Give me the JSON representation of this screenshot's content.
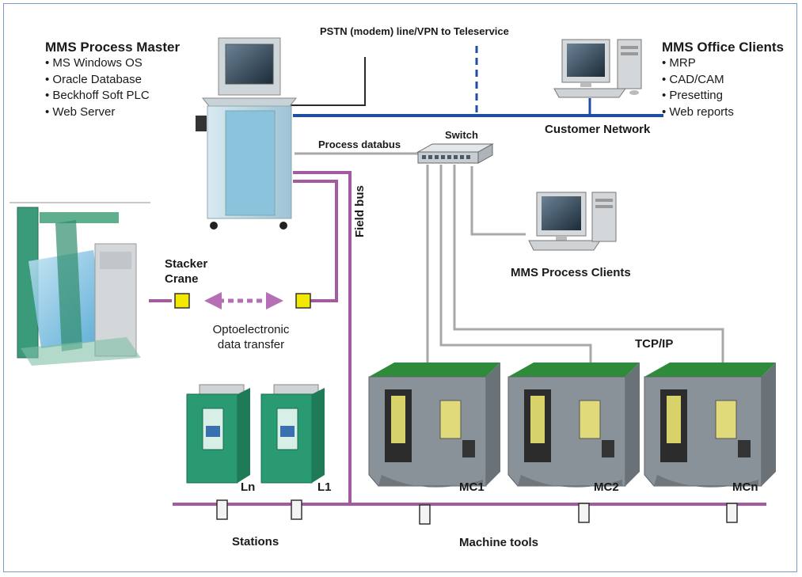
{
  "process_master": {
    "title": "MMS Process Master",
    "items": [
      "MS Windows OS",
      "Oracle Database",
      "Beckhoff Soft PLC",
      "Web Server"
    ]
  },
  "office_clients": {
    "title": "MMS Office Clients",
    "items": [
      "MRP",
      "CAD/CAM",
      "Presetting",
      "Web reports"
    ]
  },
  "labels": {
    "pstn": "PSTN (modem) line/VPN to Teleservice",
    "customer_network": "Customer Network",
    "switch": "Switch",
    "process_databus": "Process databus",
    "field_bus": "Field bus",
    "process_clients": "MMS Process Clients",
    "stacker_line1": "Stacker",
    "stacker_line2": "Crane",
    "opto_line1": "Optoelectronic",
    "opto_line2": "data transfer",
    "tcpip": "TCP/IP",
    "stations": "Stations",
    "machine_tools": "Machine tools"
  },
  "stations": [
    "Ln",
    "L1"
  ],
  "machines": [
    "MC1",
    "MC2",
    "MCn"
  ],
  "colors": {
    "frame": "#7a9cc6",
    "customer_network": "#1f4ea3",
    "field_bus": "#a35aa0",
    "databus": "#a8a8a8",
    "machine_top": "#2e8b3a",
    "machine_body": "#8a9299",
    "station_green": "#2a9a72",
    "opto_yellow": "#f2e800",
    "cable": "#2a2a2a"
  }
}
